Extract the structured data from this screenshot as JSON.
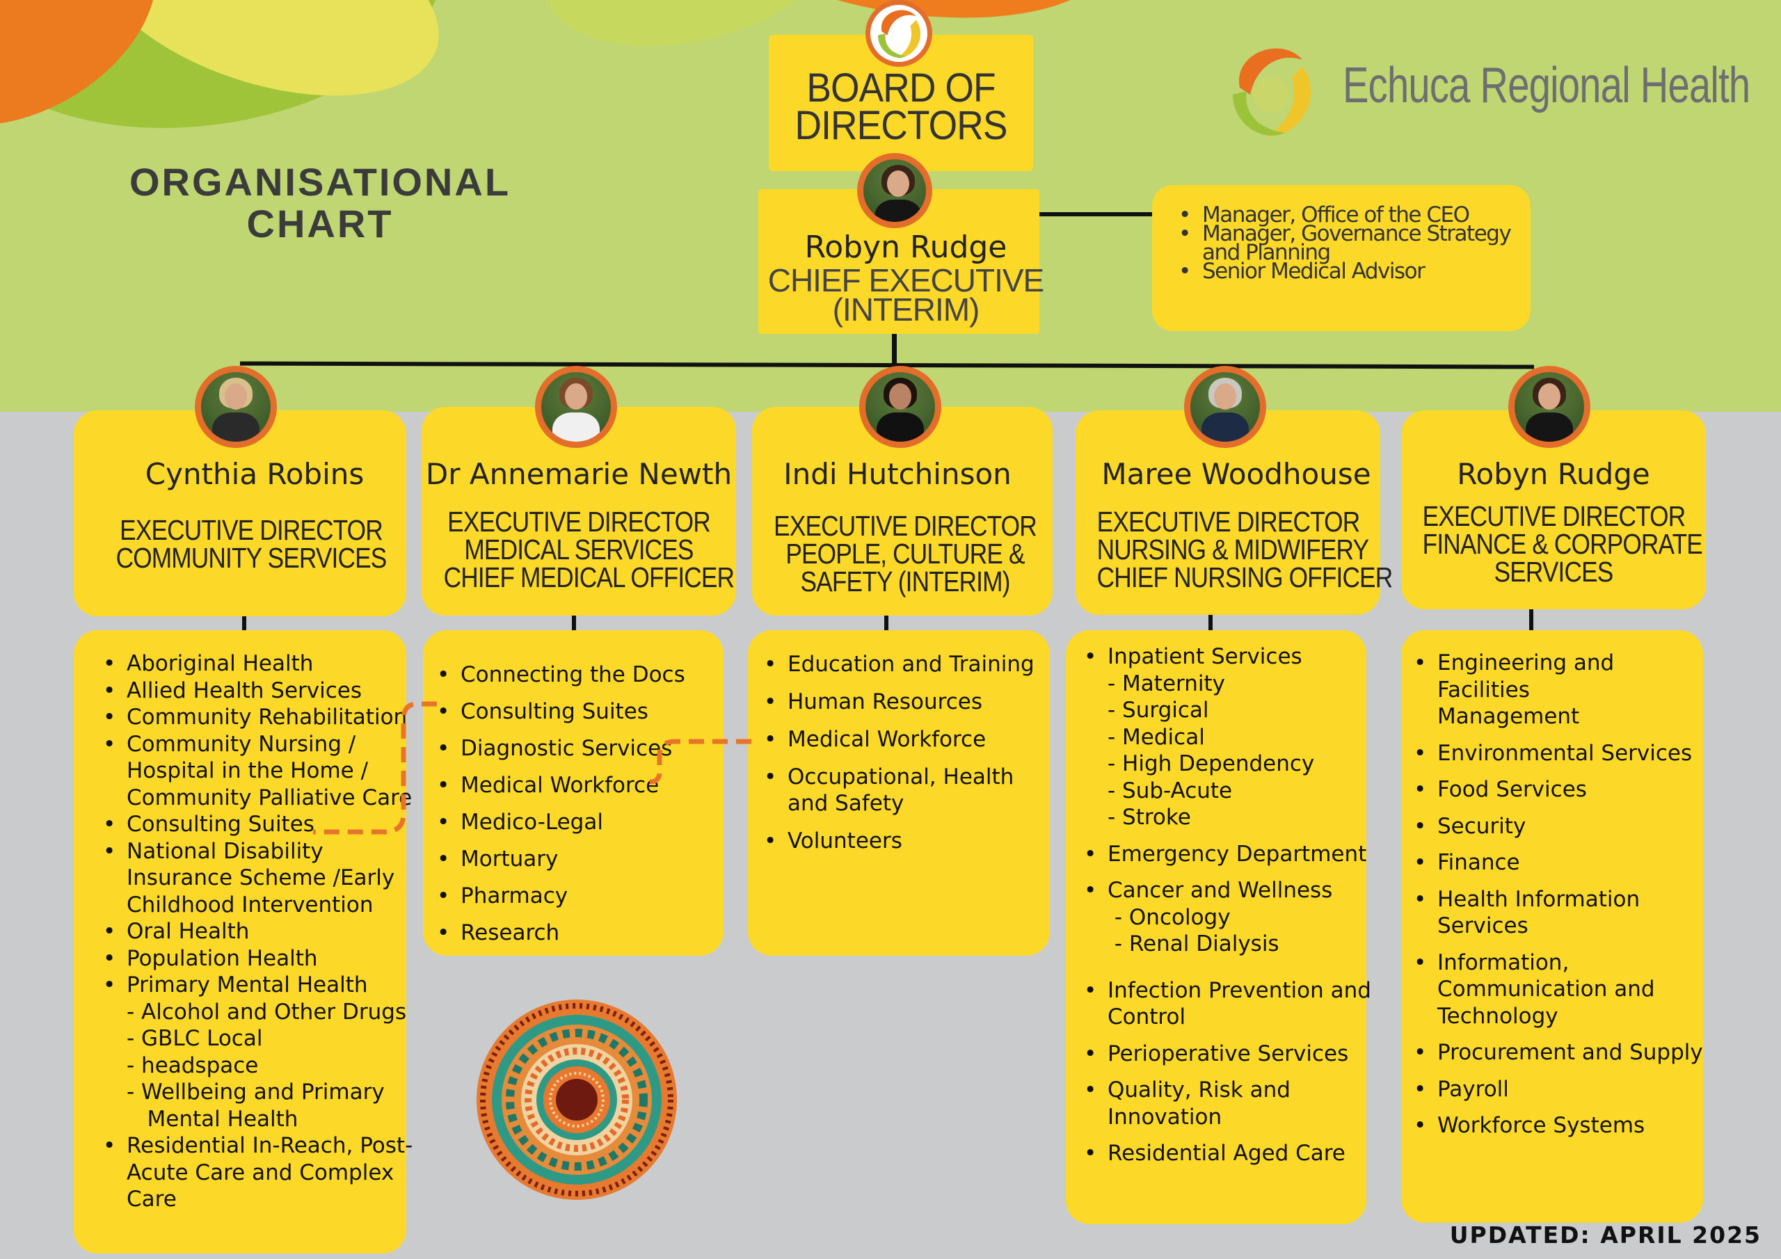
{
  "title": "ORGANISATIONAL\nCHART",
  "logo": {
    "text": "Echuca Regional Health",
    "icon": "erh-leaf-logo-icon"
  },
  "board": {
    "label": "BOARD OF\nDIRECTORS"
  },
  "ceo": {
    "name": "Robyn Rudge",
    "role_line1": "CHIEF EXECUTIVE",
    "role_line2": "(INTERIM)"
  },
  "ceo_office": [
    "Manager, Office of the CEO",
    "Manager, Governance Strategy",
    "and Planning",
    "Senior Medical Advisor"
  ],
  "directors": [
    {
      "name": "Cynthia Robins",
      "role": [
        "EXECUTIVE DIRECTOR",
        "COMMUNITY SERVICES"
      ],
      "items": [
        {
          "t": "Aboriginal Health",
          "b": true
        },
        {
          "t": "Allied Health Services",
          "b": true
        },
        {
          "t": "Community Rehabilitation",
          "b": true
        },
        {
          "t": "Community Nursing /",
          "b": true
        },
        {
          "t": "Hospital in the Home /",
          "b": false
        },
        {
          "t": "Community Palliative Care",
          "b": false
        },
        {
          "t": "Consulting Suites",
          "b": true
        },
        {
          "t": "National Disability",
          "b": true
        },
        {
          "t": "Insurance Scheme /Early",
          "b": false
        },
        {
          "t": "Childhood Intervention",
          "b": false
        },
        {
          "t": "Oral Health",
          "b": true
        },
        {
          "t": "Population Health",
          "b": true
        },
        {
          "t": "Primary Mental Health",
          "b": true
        },
        {
          "t": "- Alcohol and Other Drugs",
          "b": false
        },
        {
          "t": "- GBLC Local",
          "b": false
        },
        {
          "t": "- headspace",
          "b": false
        },
        {
          "t": "- Wellbeing and Primary",
          "b": false
        },
        {
          "t": "   Mental Health",
          "b": false
        },
        {
          "t": "Residential In-Reach, Post-",
          "b": true
        },
        {
          "t": "Acute Care and Complex",
          "b": false
        },
        {
          "t": "Care",
          "b": false
        }
      ]
    },
    {
      "name": "Dr Annemarie Newth",
      "role": [
        "EXECUTIVE DIRECTOR",
        "MEDICAL SERVICES",
        "CHIEF MEDICAL OFFICER"
      ],
      "items": [
        "Connecting the Docs",
        "Consulting Suites",
        "Diagnostic Services",
        "Medical Workforce",
        "Medico-Legal",
        "Mortuary",
        "Pharmacy",
        "Research"
      ]
    },
    {
      "name": "Indi Hutchinson",
      "role": [
        "EXECUTIVE DIRECTOR",
        "PEOPLE, CULTURE &",
        "SAFETY (INTERIM)"
      ],
      "items": [
        "Education and Training",
        "Human Resources",
        "Medical Workforce",
        "Occupational, Health\nand Safety",
        "Volunteers"
      ]
    },
    {
      "name": "Maree Woodhouse",
      "role": [
        "EXECUTIVE DIRECTOR",
        "NURSING & MIDWIFERY",
        "CHIEF NURSING OFFICER"
      ],
      "items": [
        {
          "t": "Inpatient Services",
          "b": true
        },
        {
          "t": "- Maternity",
          "b": false
        },
        {
          "t": "- Surgical",
          "b": false
        },
        {
          "t": "- Medical",
          "b": false
        },
        {
          "t": "- High Dependency",
          "b": false
        },
        {
          "t": "- Sub-Acute",
          "b": false
        },
        {
          "t": "- Stroke",
          "b": false
        },
        {
          "t": "",
          "gap": true
        },
        {
          "t": "Emergency Department",
          "b": true
        },
        {
          "t": "",
          "gap": true
        },
        {
          "t": "Cancer and Wellness",
          "b": true
        },
        {
          "t": " - Oncology",
          "b": false
        },
        {
          "t": " - Renal Dialysis",
          "b": false
        },
        {
          "t": "",
          "gap": true
        },
        {
          "t": "",
          "gap": true
        },
        {
          "t": "Infection Prevention and",
          "b": true
        },
        {
          "t": "Control",
          "b": false
        },
        {
          "t": "",
          "gap": true
        },
        {
          "t": "Perioperative Services",
          "b": true
        },
        {
          "t": "",
          "gap": true
        },
        {
          "t": "Quality, Risk and",
          "b": true
        },
        {
          "t": "Innovation",
          "b": false
        },
        {
          "t": "",
          "gap": true
        },
        {
          "t": "Residential Aged Care",
          "b": true
        }
      ]
    },
    {
      "name": "Robyn Rudge",
      "role": [
        "EXECUTIVE DIRECTOR",
        "FINANCE & CORPORATE",
        "SERVICES"
      ],
      "items": [
        "Engineering and Facilities\nManagement",
        "Environmental Services",
        "Food Services",
        "Security",
        "Finance",
        "Health Information\nServices",
        "Information,\nCommunication and\nTechnology",
        "Procurement and Supply",
        "Payroll",
        "Workforce Systems"
      ]
    }
  ],
  "updated": "UPDATED: APRIL 2025",
  "colors": {
    "yellow": "#fcd928",
    "green": "#bfd672",
    "grey": "#cacbcd",
    "orange": "#e36d2a"
  }
}
